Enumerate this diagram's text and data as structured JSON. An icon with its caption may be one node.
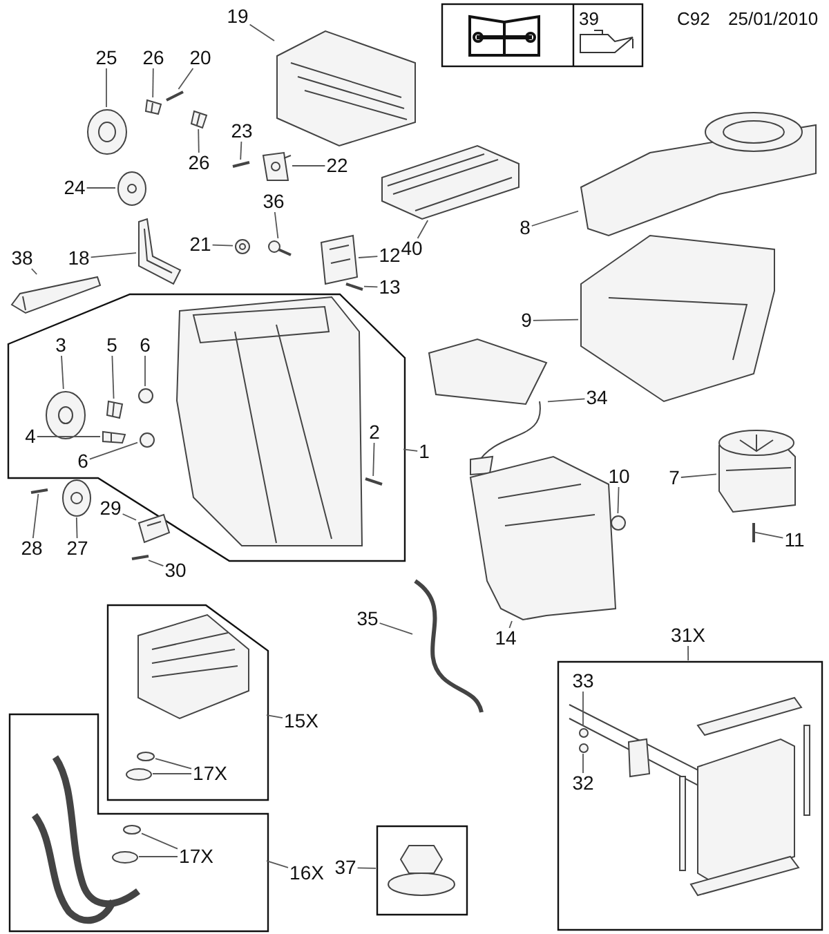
{
  "diagram": {
    "nodes": [
      {
        "text": [
          "19"
        ]
      },
      {
        "text": [
          "20"
        ]
      },
      {
        "text": [
          "25"
        ]
      },
      {
        "text": [
          "26"
        ]
      },
      {
        "text": [
          "26"
        ]
      },
      {
        "text": [
          "23"
        ]
      },
      {
        "text": [
          "22"
        ]
      },
      {
        "text": [
          "24"
        ]
      },
      {
        "text": [
          "36"
        ]
      },
      {
        "text": [
          "21"
        ]
      },
      {
        "text": [
          "18"
        ]
      },
      {
        "text": [
          "38"
        ]
      },
      {
        "text": [
          "40"
        ]
      },
      {
        "text": [
          "12"
        ]
      },
      {
        "text": [
          "13"
        ]
      },
      {
        "text": [
          "8"
        ]
      },
      {
        "text": [
          "9"
        ]
      },
      {
        "text": [
          "34"
        ]
      },
      {
        "text": [],
        "shape": "box"
      },
      {
        "text": [
          "3"
        ],
        "in": 18
      },
      {
        "text": [
          "5"
        ],
        "in": 18
      },
      {
        "text": [
          "6"
        ],
        "in": 18
      },
      {
        "text": [
          "4"
        ],
        "in": 18
      },
      {
        "text": [
          "6"
        ],
        "in": 18
      },
      {
        "text": [
          "2"
        ],
        "in": 18
      },
      {
        "text": [
          "1"
        ]
      },
      {
        "text": [
          "28"
        ]
      },
      {
        "text": [
          "27"
        ]
      },
      {
        "text": [
          "29"
        ]
      },
      {
        "text": [
          "30"
        ]
      },
      {
        "text": [
          "10"
        ]
      },
      {
        "text": [
          "7"
        ]
      },
      {
        "text": [
          "11"
        ]
      },
      {
        "text": [
          "14"
        ]
      },
      {
        "text": [
          "35"
        ]
      },
      {
        "text": [
          "31X"
        ]
      },
      {
        "text": [],
        "shape": "box"
      },
      {
        "text": [
          "33"
        ],
        "in": 36
      },
      {
        "text": [
          "32"
        ],
        "in": 36
      },
      {
        "text": [
          "15X"
        ]
      },
      {
        "text": [],
        "shape": "box"
      },
      {
        "text": [
          "17X"
        ],
        "in": 40
      },
      {
        "text": [],
        "shape": "box"
      },
      {
        "text": [
          "17X"
        ],
        "in": 42
      },
      {
        "text": [
          "16X"
        ]
      },
      {
        "text": [
          "37"
        ]
      },
      {
        "text": [],
        "shape": "box"
      },
      {
        "text": [],
        "shape": "picture"
      },
      {
        "text": [],
        "shape": "picture"
      },
      {
        "text": [],
        "shape": "picture"
      },
      {
        "text": [],
        "shape": "picture"
      },
      {
        "text": [],
        "shape": "picture"
      },
      {
        "text": [],
        "shape": "picture"
      },
      {
        "text": [],
        "shape": "picture"
      },
      {
        "text": [],
        "shape": "picture"
      },
      {
        "text": [],
        "shape": "picture"
      },
      {
        "text": [],
        "shape": "picture"
      },
      {
        "text": [],
        "shape": "picture"
      },
      {
        "text": [],
        "shape": "picture"
      },
      {
        "text": [],
        "shape": "picture"
      },
      {
        "text": [],
        "shape": "picture"
      },
      {
        "text": [],
        "shape": "picture"
      },
      {
        "text": [],
        "shape": "picture"
      },
      {
        "text": [],
        "shape": "picture"
      },
      {
        "text": [],
        "shape": "picture"
      },
      {
        "text": [],
        "shape": "picture",
        "in": 18
      },
      {
        "text": [],
        "shape": "picture",
        "in": 18
      },
      {
        "text": [],
        "shape": "circle",
        "in": 18
      },
      {
        "text": [],
        "shape": "picture",
        "in": 18
      },
      {
        "text": [],
        "shape": "circle",
        "in": 18
      },
      {
        "text": [],
        "shape": "picture",
        "in": 18
      },
      {
        "text": [],
        "shape": "picture"
      },
      {
        "text": [],
        "shape": "picture"
      },
      {
        "text": [],
        "shape": "picture"
      },
      {
        "text": [],
        "shape": "picture"
      },
      {
        "text": [],
        "shape": "circle"
      },
      {
        "text": [],
        "shape": "picture"
      },
      {
        "text": [],
        "shape": "picture"
      },
      {
        "text": [],
        "shape": "picture"
      },
      {
        "text": [],
        "shape": "picture"
      },
      {
        "text": [],
        "shape": "circle",
        "in": 36
      },
      {
        "text": [],
        "shape": "circle",
        "in": 36
      },
      {
        "text": [],
        "shape": "circle",
        "in": 40
      },
      {
        "text": [],
        "shape": "circle",
        "in": 40
      },
      {
        "text": [],
        "shape": "circle",
        "in": 42
      },
      {
        "text": [],
        "shape": "circle",
        "in": 42
      }
    ],
    "edges": [
      {
        "from": 0,
        "to": 47,
        "arrow": "none"
      },
      {
        "from": 1,
        "to": 48,
        "arrow": "none"
      },
      {
        "from": 2,
        "to": 49,
        "arrow": "none"
      },
      {
        "from": 3,
        "to": 50,
        "arrow": "none"
      },
      {
        "from": 4,
        "to": 51,
        "arrow": "none"
      },
      {
        "from": 5,
        "to": 52,
        "arrow": "none"
      },
      {
        "from": 6,
        "to": 53,
        "arrow": "none"
      },
      {
        "from": 7,
        "to": 54,
        "arrow": "none"
      },
      {
        "from": 8,
        "to": 55,
        "arrow": "none"
      },
      {
        "from": 9,
        "to": 56,
        "arrow": "none"
      },
      {
        "from": 10,
        "to": 57,
        "arrow": "none"
      },
      {
        "from": 11,
        "to": 58,
        "arrow": "none"
      },
      {
        "from": 12,
        "to": 59,
        "arrow": "none"
      },
      {
        "from": 13,
        "to": 60,
        "arrow": "none"
      },
      {
        "from": 14,
        "to": 61,
        "arrow": "none"
      },
      {
        "from": 15,
        "to": 62,
        "arrow": "none"
      },
      {
        "from": 16,
        "to": 63,
        "arrow": "none"
      },
      {
        "from": 17,
        "to": 64,
        "arrow": "none"
      },
      {
        "from": 19,
        "to": 65,
        "arrow": "none"
      },
      {
        "from": 20,
        "to": 66,
        "arrow": "none"
      },
      {
        "from": 21,
        "to": 67,
        "arrow": "none"
      },
      {
        "from": 22,
        "to": 68,
        "arrow": "none"
      },
      {
        "from": 23,
        "to": 69,
        "arrow": "none"
      },
      {
        "from": 24,
        "to": 70,
        "arrow": "none"
      },
      {
        "from": 25,
        "to": 18,
        "arrow": "none"
      },
      {
        "from": 26,
        "to": 71,
        "arrow": "none"
      },
      {
        "from": 27,
        "to": 72,
        "arrow": "none"
      },
      {
        "from": 28,
        "to": 73,
        "arrow": "none"
      },
      {
        "from": 29,
        "to": 74,
        "arrow": "none"
      },
      {
        "from": 30,
        "to": 75,
        "arrow": "none"
      },
      {
        "from": 31,
        "to": 76,
        "arrow": "none"
      },
      {
        "from": 32,
        "to": 77,
        "arrow": "none"
      },
      {
        "from": 33,
        "to": 78,
        "arrow": "none"
      },
      {
        "from": 34,
        "to": 79,
        "arrow": "none"
      },
      {
        "from": 35,
        "to": 36,
        "arrow": "none"
      },
      {
        "from": 37,
        "to": 80,
        "arrow": "none"
      },
      {
        "from": 38,
        "to": 81,
        "arrow": "none"
      },
      {
        "from": 39,
        "to": 40,
        "arrow": "none"
      },
      {
        "from": 41,
        "to": 82,
        "arrow": "none"
      },
      {
        "from": 41,
        "to": 83,
        "arrow": "none"
      },
      {
        "from": 43,
        "to": 84,
        "arrow": "none"
      },
      {
        "from": 43,
        "to": 85,
        "arrow": "none"
      },
      {
        "from": 44,
        "to": 42,
        "arrow": "none"
      },
      {
        "from": 45,
        "to": 46,
        "arrow": "none"
      }
    ],
    "labels": [
      "39",
      "C92",
      "25/01/2010"
    ]
  }
}
